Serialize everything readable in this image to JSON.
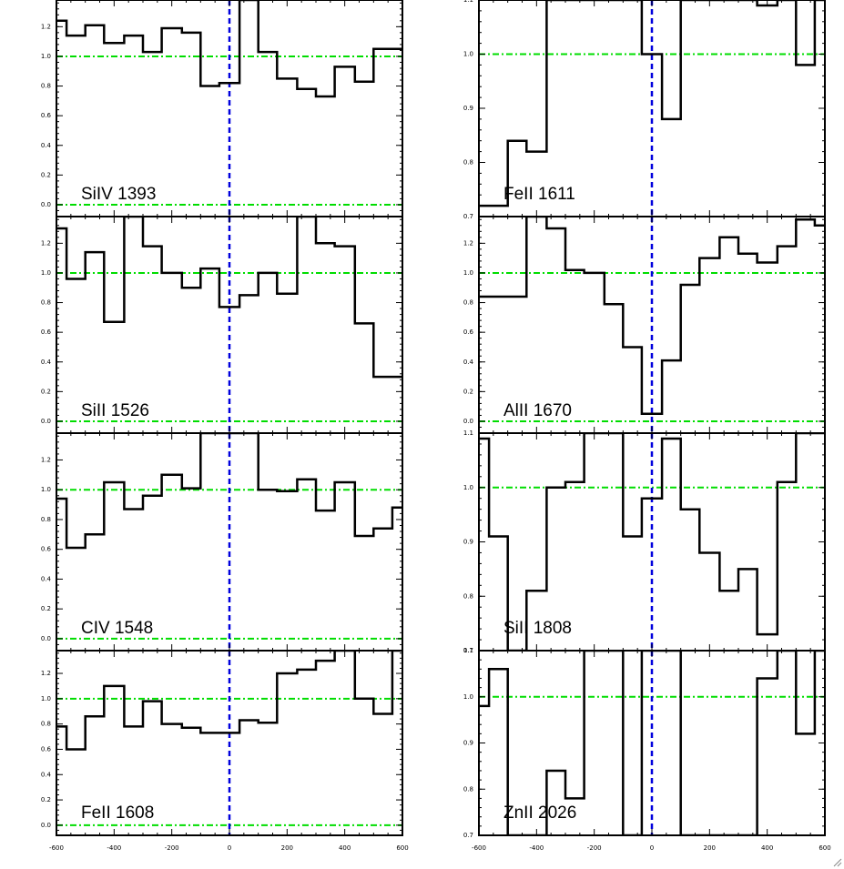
{
  "figure": {
    "colors": {
      "frame": "#000000",
      "spectrum": "#000000",
      "continuum": "#00dd00",
      "velocity_zero": "#0000dd"
    },
    "xticks": [
      -600,
      -400,
      -200,
      0,
      200,
      400,
      600
    ]
  },
  "chart_data": [
    {
      "type": "line",
      "panel": "SiIV 1393",
      "label": "SiIV 1393",
      "xlim": [
        -600,
        600
      ],
      "ylim": [
        -0.08,
        1.38
      ],
      "yticks": [
        0.0,
        0.2,
        0.4,
        0.6,
        0.8,
        1.0,
        1.2
      ],
      "ytick_labels": [
        "0.0",
        "0.2",
        "0.4",
        "0.6",
        "0.8",
        "1.0",
        "1.2"
      ],
      "continuum": [
        0.0,
        1.0
      ],
      "velocity_zero": 0,
      "x": [
        -600,
        -565,
        -535,
        -500,
        -470,
        -435,
        -400,
        -365,
        -335,
        -300,
        -265,
        -235,
        -200,
        -165,
        -135,
        -100,
        -65,
        -35,
        0,
        35,
        65,
        100,
        135,
        165,
        200,
        235,
        265,
        300,
        335,
        365,
        400,
        435,
        465,
        500,
        535,
        565,
        600
      ],
      "y": [
        1.24,
        1.14,
        1.14,
        1.21,
        1.21,
        1.09,
        1.09,
        1.14,
        1.14,
        1.03,
        1.03,
        1.19,
        1.19,
        1.16,
        1.16,
        0.8,
        0.8,
        0.82,
        0.82,
        1.38,
        1.38,
        1.03,
        1.03,
        0.85,
        0.85,
        0.78,
        0.78,
        0.73,
        0.73,
        0.93,
        0.93,
        0.83,
        0.83,
        1.05,
        1.05,
        1.05,
        1.05
      ]
    },
    {
      "type": "line",
      "panel": "FeII 1611",
      "label": "FeII 1611",
      "xlim": [
        -600,
        600
      ],
      "ylim": [
        0.7,
        1.1
      ],
      "yticks": [
        0.7,
        0.8,
        0.9,
        1.0,
        1.1
      ],
      "ytick_labels": [
        "0.7",
        "0.8",
        "0.9",
        "1.0",
        "1.1"
      ],
      "continuum": [
        1.0
      ],
      "velocity_zero": 0,
      "x": [
        -600,
        -565,
        -535,
        -500,
        -470,
        -435,
        -400,
        -365,
        -335,
        -300,
        -265,
        -235,
        -200,
        -165,
        -135,
        -100,
        -65,
        -35,
        0,
        35,
        65,
        100,
        135,
        165,
        200,
        235,
        265,
        300,
        335,
        365,
        400,
        435,
        465,
        500,
        535,
        565,
        600
      ],
      "y": [
        0.72,
        0.72,
        0.72,
        0.84,
        0.84,
        0.82,
        0.82,
        1.1,
        1.1,
        1.1,
        1.1,
        1.1,
        1.1,
        1.1,
        1.1,
        1.1,
        1.1,
        1.0,
        1.0,
        0.88,
        0.88,
        1.1,
        1.1,
        1.1,
        1.1,
        1.1,
        1.1,
        1.1,
        1.1,
        1.09,
        1.09,
        1.1,
        1.1,
        0.98,
        0.98,
        1.1,
        1.1
      ]
    },
    {
      "type": "line",
      "panel": "SiII 1526",
      "label": "SiII 1526",
      "xlim": [
        -600,
        600
      ],
      "ylim": [
        -0.08,
        1.38
      ],
      "yticks": [
        0.0,
        0.2,
        0.4,
        0.6,
        0.8,
        1.0,
        1.2
      ],
      "ytick_labels": [
        "0.0",
        "0.2",
        "0.4",
        "0.6",
        "0.8",
        "1.0",
        "1.2"
      ],
      "continuum": [
        0.0,
        1.0
      ],
      "velocity_zero": 0,
      "x": [
        -600,
        -565,
        -535,
        -500,
        -470,
        -435,
        -400,
        -365,
        -335,
        -300,
        -265,
        -235,
        -200,
        -165,
        -135,
        -100,
        -65,
        -35,
        0,
        35,
        65,
        100,
        135,
        165,
        200,
        235,
        265,
        300,
        335,
        365,
        400,
        435,
        465,
        500,
        535,
        565,
        600
      ],
      "y": [
        1.3,
        0.96,
        0.96,
        1.14,
        1.14,
        0.67,
        0.67,
        1.38,
        1.38,
        1.18,
        1.18,
        1.0,
        1.0,
        0.9,
        0.9,
        1.03,
        1.03,
        0.77,
        0.77,
        0.85,
        0.85,
        1.0,
        1.0,
        0.86,
        0.86,
        1.38,
        1.38,
        1.2,
        1.2,
        1.18,
        1.18,
        0.66,
        0.66,
        0.3,
        0.3,
        0.3,
        0.3
      ]
    },
    {
      "type": "line",
      "panel": "AlII 1670",
      "label": "AlII 1670",
      "xlim": [
        -600,
        600
      ],
      "ylim": [
        -0.08,
        1.38
      ],
      "yticks": [
        0.0,
        0.2,
        0.4,
        0.6,
        0.8,
        1.0,
        1.2
      ],
      "ytick_labels": [
        "0.0",
        "0.2",
        "0.4",
        "0.6",
        "0.8",
        "1.0",
        "1.2"
      ],
      "continuum": [
        0.0,
        1.0
      ],
      "velocity_zero": 0,
      "x": [
        -600,
        -565,
        -535,
        -500,
        -470,
        -435,
        -400,
        -365,
        -335,
        -300,
        -265,
        -235,
        -200,
        -165,
        -135,
        -100,
        -65,
        -35,
        0,
        35,
        65,
        100,
        135,
        165,
        200,
        235,
        265,
        300,
        335,
        365,
        400,
        435,
        465,
        500,
        535,
        565,
        600
      ],
      "y": [
        0.84,
        0.84,
        0.84,
        0.84,
        0.84,
        1.38,
        1.38,
        1.3,
        1.3,
        1.02,
        1.02,
        1.0,
        1.0,
        0.79,
        0.79,
        0.5,
        0.5,
        0.05,
        0.05,
        0.41,
        0.41,
        0.92,
        0.92,
        1.1,
        1.1,
        1.24,
        1.24,
        1.13,
        1.13,
        1.07,
        1.07,
        1.18,
        1.18,
        1.36,
        1.36,
        1.32,
        1.32
      ]
    },
    {
      "type": "line",
      "panel": "CIV 1548",
      "label": "CIV 1548",
      "xlim": [
        -600,
        600
      ],
      "ylim": [
        -0.08,
        1.38
      ],
      "yticks": [
        0.0,
        0.2,
        0.4,
        0.6,
        0.8,
        1.0,
        1.2
      ],
      "ytick_labels": [
        "0.0",
        "0.2",
        "0.4",
        "0.6",
        "0.8",
        "1.0",
        "1.2"
      ],
      "continuum": [
        0.0,
        1.0
      ],
      "velocity_zero": 0,
      "x": [
        -600,
        -565,
        -535,
        -500,
        -470,
        -435,
        -400,
        -365,
        -335,
        -300,
        -265,
        -235,
        -200,
        -165,
        -135,
        -100,
        -65,
        -35,
        0,
        35,
        65,
        100,
        135,
        165,
        200,
        235,
        265,
        300,
        335,
        365,
        400,
        435,
        465,
        500,
        535,
        565,
        600
      ],
      "y": [
        0.94,
        0.61,
        0.61,
        0.7,
        0.7,
        1.05,
        1.05,
        0.87,
        0.87,
        0.96,
        0.96,
        1.1,
        1.1,
        1.01,
        1.01,
        1.38,
        1.38,
        1.38,
        1.38,
        1.38,
        1.38,
        1.0,
        1.0,
        0.99,
        0.99,
        1.07,
        1.07,
        0.86,
        0.86,
        1.05,
        1.05,
        0.69,
        0.69,
        0.74,
        0.74,
        0.88,
        0.88
      ]
    },
    {
      "type": "line",
      "panel": "SiII 1808",
      "label": "SiII 1808",
      "xlim": [
        -600,
        600
      ],
      "ylim": [
        0.7,
        1.1
      ],
      "yticks": [
        0.7,
        0.8,
        0.9,
        1.0,
        1.1
      ],
      "ytick_labels": [
        "0.7",
        "0.8",
        "0.9",
        "1.0",
        "1.1"
      ],
      "continuum": [
        1.0
      ],
      "velocity_zero": 0,
      "x": [
        -600,
        -565,
        -535,
        -500,
        -470,
        -435,
        -400,
        -365,
        -335,
        -300,
        -265,
        -235,
        -200,
        -165,
        -135,
        -100,
        -65,
        -35,
        0,
        35,
        65,
        100,
        135,
        165,
        200,
        235,
        265,
        300,
        335,
        365,
        400,
        435,
        465,
        500,
        535,
        565,
        600
      ],
      "y": [
        1.09,
        0.91,
        0.91,
        0.7,
        0.7,
        0.81,
        0.81,
        1.0,
        1.0,
        1.01,
        1.01,
        1.1,
        1.1,
        1.1,
        1.1,
        0.91,
        0.91,
        0.98,
        0.98,
        1.09,
        1.09,
        0.96,
        0.96,
        0.88,
        0.88,
        0.81,
        0.81,
        0.85,
        0.85,
        0.73,
        0.73,
        1.01,
        1.01,
        1.1,
        1.1,
        1.1,
        1.1
      ]
    },
    {
      "type": "line",
      "panel": "FeII 1608",
      "label": "FeII 1608",
      "xlim": [
        -600,
        600
      ],
      "ylim": [
        -0.08,
        1.38
      ],
      "yticks": [
        0.0,
        0.2,
        0.4,
        0.6,
        0.8,
        1.0,
        1.2
      ],
      "ytick_labels": [
        "0.0",
        "0.2",
        "0.4",
        "0.6",
        "0.8",
        "1.0",
        "1.2"
      ],
      "continuum": [
        0.0,
        1.0
      ],
      "velocity_zero": 0,
      "x": [
        -600,
        -565,
        -535,
        -500,
        -470,
        -435,
        -400,
        -365,
        -335,
        -300,
        -265,
        -235,
        -200,
        -165,
        -135,
        -100,
        -65,
        -35,
        0,
        35,
        65,
        100,
        135,
        165,
        200,
        235,
        265,
        300,
        335,
        365,
        400,
        435,
        465,
        500,
        535,
        565,
        600
      ],
      "y": [
        0.78,
        0.6,
        0.6,
        0.86,
        0.86,
        1.1,
        1.1,
        0.78,
        0.78,
        0.98,
        0.98,
        0.8,
        0.8,
        0.77,
        0.77,
        0.73,
        0.73,
        0.73,
        0.73,
        0.83,
        0.83,
        0.81,
        0.81,
        1.2,
        1.2,
        1.23,
        1.23,
        1.3,
        1.3,
        1.38,
        1.38,
        1.0,
        1.0,
        0.88,
        0.88,
        1.38,
        1.38
      ]
    },
    {
      "type": "line",
      "panel": "ZnII 2026",
      "label": "ZnII 2026",
      "xlim": [
        -600,
        600
      ],
      "ylim": [
        0.7,
        1.1
      ],
      "yticks": [
        0.7,
        0.8,
        0.9,
        1.0,
        1.1
      ],
      "ytick_labels": [
        "0.7",
        "0.8",
        "0.9",
        "1.0",
        "1.1"
      ],
      "continuum": [
        1.0
      ],
      "velocity_zero": 0,
      "x": [
        -600,
        -565,
        -535,
        -500,
        -470,
        -435,
        -400,
        -365,
        -335,
        -300,
        -265,
        -235,
        -200,
        -165,
        -135,
        -100,
        -65,
        -35,
        0,
        35,
        65,
        100,
        135,
        165,
        200,
        235,
        265,
        300,
        335,
        365,
        400,
        435,
        465,
        500,
        535,
        565,
        600
      ],
      "y": [
        0.98,
        1.06,
        1.06,
        0.7,
        0.7,
        0.7,
        0.7,
        0.84,
        0.84,
        0.78,
        0.78,
        1.1,
        1.1,
        1.1,
        1.1,
        0.7,
        0.7,
        1.1,
        1.1,
        1.1,
        1.1,
        0.7,
        0.7,
        0.7,
        0.7,
        0.7,
        0.7,
        0.7,
        0.7,
        1.04,
        1.04,
        1.1,
        1.1,
        0.92,
        0.92,
        1.1,
        1.1
      ]
    }
  ]
}
